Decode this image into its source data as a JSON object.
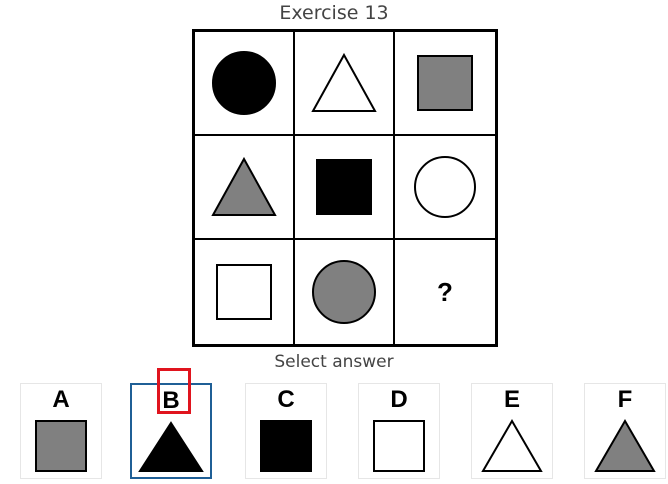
{
  "title": "Exercise 13",
  "select_label": "Select answer",
  "grid": [
    {
      "shape": "circle",
      "fill": "#000000"
    },
    {
      "shape": "triangle",
      "fill": "#ffffff"
    },
    {
      "shape": "square",
      "fill": "#808080"
    },
    {
      "shape": "triangle",
      "fill": "#808080"
    },
    {
      "shape": "square",
      "fill": "#000000"
    },
    {
      "shape": "circle",
      "fill": "#ffffff"
    },
    {
      "shape": "square",
      "fill": "#ffffff"
    },
    {
      "shape": "circle",
      "fill": "#808080"
    },
    {
      "shape": "question",
      "text": "?"
    }
  ],
  "answers": [
    {
      "label": "A",
      "shape": "square",
      "fill": "#808080"
    },
    {
      "label": "B",
      "shape": "triangle",
      "fill": "#000000",
      "selected": true
    },
    {
      "label": "C",
      "shape": "square",
      "fill": "#000000"
    },
    {
      "label": "D",
      "shape": "square",
      "fill": "#ffffff"
    },
    {
      "label": "E",
      "shape": "triangle",
      "fill": "#ffffff"
    },
    {
      "label": "F",
      "shape": "triangle",
      "fill": "#808080"
    }
  ],
  "colors": {
    "selected_border": "#1f5f96",
    "highlight": "#e0141e"
  }
}
